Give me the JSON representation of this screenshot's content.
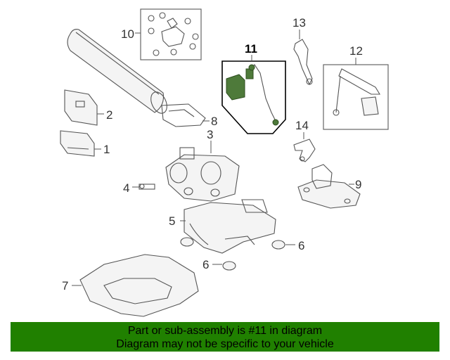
{
  "callouts": {
    "c1": "1",
    "c2": "2",
    "c3": "3",
    "c4": "4",
    "c5": "5",
    "c6a": "6",
    "c6b": "6",
    "c7": "7",
    "c8": "8",
    "c9": "9",
    "c10": "10",
    "c11": "11",
    "c12": "12",
    "c13": "13",
    "c14": "14"
  },
  "banner": {
    "line1": "Part or sub-assembly is #11 in diagram",
    "line2": "Diagram may not be specific to your vehicle"
  },
  "colors": {
    "banner": "#208000",
    "highlight_part": "#4e7a3a"
  }
}
